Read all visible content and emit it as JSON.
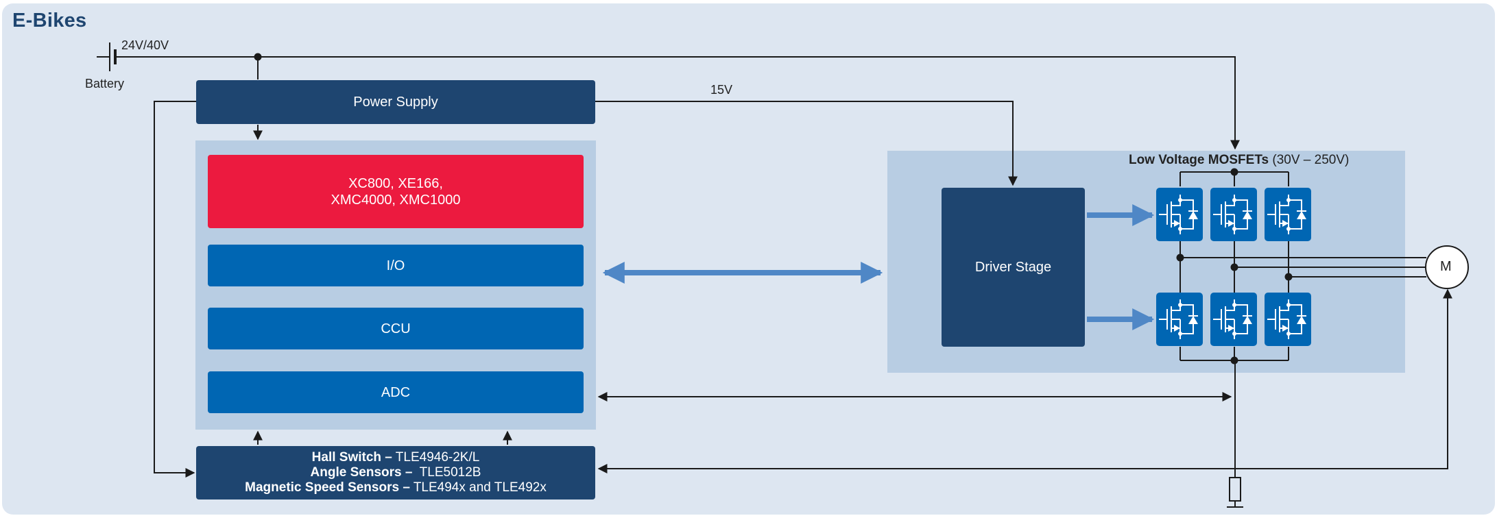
{
  "title": "E-Bikes",
  "battery": {
    "label": "Battery",
    "voltage": "24V/40V"
  },
  "power_supply": {
    "label": "Power Supply",
    "output_voltage": "15V"
  },
  "mcu": {
    "line1": "XC800, XE166,",
    "line2": "XMC4000, XMC1000"
  },
  "peripherals": {
    "io": "I/O",
    "ccu": "CCU",
    "adc": "ADC"
  },
  "driver_stage": {
    "label": "Driver Stage"
  },
  "mosfets": {
    "label_bold": "Low Voltage MOSFETs",
    "label_range": "(30V – 250V)"
  },
  "motor": {
    "label": "M"
  },
  "sensors": {
    "hall_name": "Hall Switch –",
    "hall_part": "TLE4946-2K/L",
    "angle_name": "Angle Sensors –",
    "angle_part": "TLE5012B",
    "speed_name": "Magnetic Speed Sensors –",
    "speed_part": "TLE494x and TLE492x"
  },
  "colors": {
    "background": "#dde6f1",
    "group": "#b8cde3",
    "dark_box": "#1e4570",
    "blue_box": "#0066b3",
    "mcu_red": "#ec1a3f",
    "arrow_blue": "#4f87c6"
  }
}
